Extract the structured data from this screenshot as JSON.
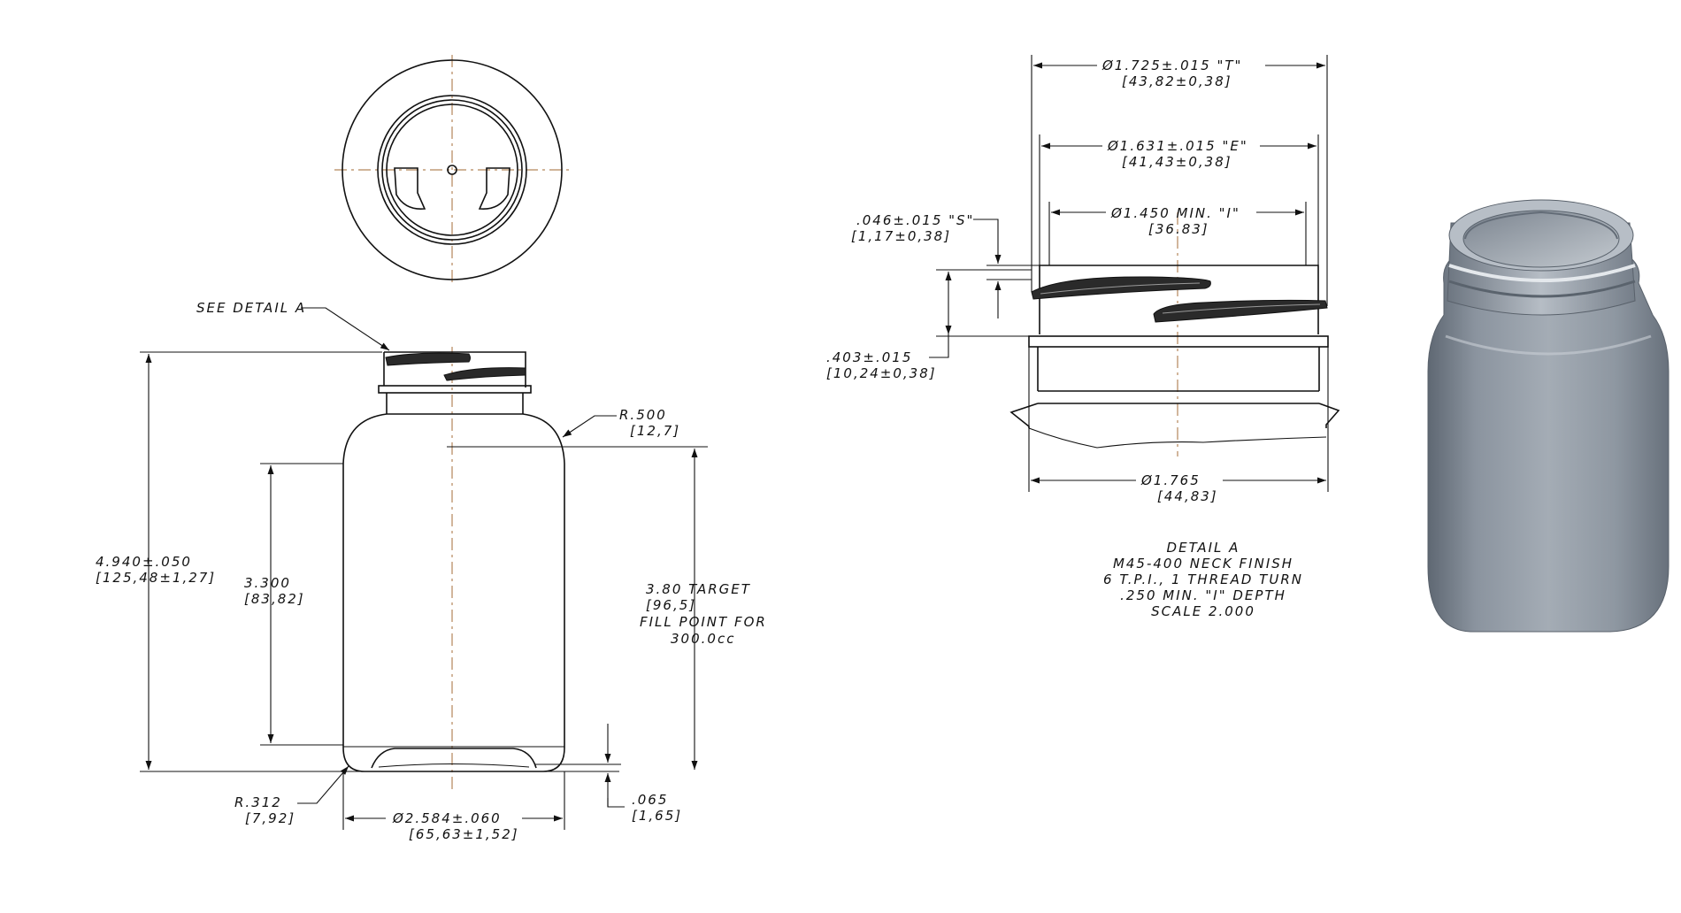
{
  "main_view": {
    "see_detail": "SEE DETAIL  A",
    "r500": "R.500",
    "r500_mm": "[12,7]",
    "height_in": "4.940±.050",
    "height_mm": "[125,48±1,27]",
    "body_in": "3.300",
    "body_mm": "[83,82]",
    "fill_target": "3.80    TARGET",
    "fill_mm": "[96,5]",
    "fill_line1": "FILL POINT FOR",
    "fill_line2": "300.0cc",
    "r312": "R.312",
    "r312_mm": "[7,92]",
    "dia_in": "Ø2.584±.060",
    "dia_mm": "[65,63±1,52]",
    "push_in": ".065",
    "push_mm": "[1,65]"
  },
  "detail_view": {
    "t_in": "Ø1.725±.015   \"T\"",
    "t_mm": "[43,82±0,38]",
    "e_in": "Ø1.631±.015   \"E\"",
    "e_mm": "[41,43±0,38]",
    "i_in": "Ø1.450 MIN.  \"I\"",
    "i_mm": "[36.83]",
    "s_in": ".046±.015  \"S\"",
    "s_mm": "[1,17±0,38]",
    "h_in": ".403±.015",
    "h_mm": "[10,24±0,38]",
    "b_in": "Ø1.765",
    "b_mm": "[44,83]"
  },
  "detail_notes": [
    "DETAIL  A",
    "M45-400 NECK FINISH",
    "6 T.P.I., 1 THREAD TURN",
    ".250 MIN. \"I\" DEPTH",
    "SCALE  2.000"
  ],
  "colors": {
    "line": "#111111",
    "centerline": "#b5865a",
    "bottle_body": "#8c96a3"
  }
}
